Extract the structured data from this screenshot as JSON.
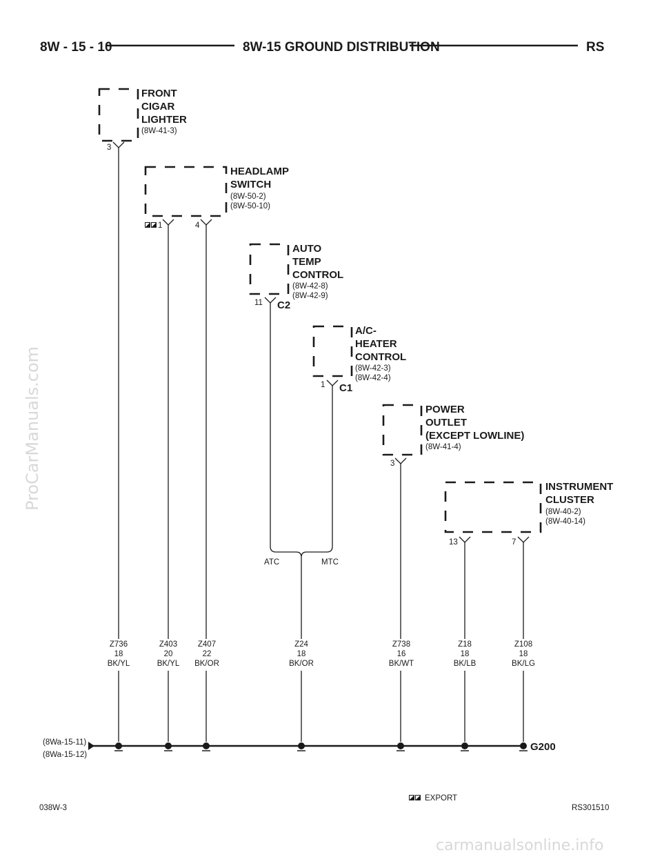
{
  "header": {
    "page_number": "8W - 15 - 10",
    "title": "8W-15 GROUND DISTRIBUTION",
    "model": "RS"
  },
  "components": [
    {
      "name_lines": [
        "FRONT",
        "CIGAR",
        "LIGHTER"
      ],
      "refs": [
        "(8W-41-3)"
      ],
      "pins": [
        "3"
      ],
      "connector": ""
    },
    {
      "name_lines": [
        "HEADLAMP",
        "SWITCH"
      ],
      "refs": [
        "(8W-50-2)",
        "(8W-50-10)"
      ],
      "pins": [
        "1",
        "4"
      ],
      "connector": ""
    },
    {
      "name_lines": [
        "AUTO",
        "TEMP",
        "CONTROL"
      ],
      "refs": [
        "(8W-42-8)",
        "(8W-42-9)"
      ],
      "pins": [
        "11"
      ],
      "connector": "C2"
    },
    {
      "name_lines": [
        "A/C-",
        "HEATER",
        "CONTROL"
      ],
      "refs": [
        "(8W-42-3)",
        "(8W-42-4)"
      ],
      "pins": [
        "1"
      ],
      "connector": "C1"
    },
    {
      "name_lines": [
        "POWER",
        "OUTLET",
        "(EXCEPT LOWLINE)"
      ],
      "refs": [
        "(8W-41-4)"
      ],
      "pins": [
        "3"
      ],
      "connector": ""
    },
    {
      "name_lines": [
        "INSTRUMENT",
        "CLUSTER"
      ],
      "refs": [
        "(8W-40-2)",
        "(8W-40-14)"
      ],
      "pins": [
        "13",
        "7"
      ],
      "connector": ""
    }
  ],
  "splice": {
    "left_label": "ATC",
    "right_label": "MTC"
  },
  "wires": [
    {
      "circuit": "Z736",
      "gauge": "18",
      "color": "BK/YL"
    },
    {
      "circuit": "Z403",
      "gauge": "20",
      "color": "BK/YL"
    },
    {
      "circuit": "Z407",
      "gauge": "22",
      "color": "BK/OR"
    },
    {
      "circuit": "Z24",
      "gauge": "18",
      "color": "BK/OR"
    },
    {
      "circuit": "Z738",
      "gauge": "16",
      "color": "BK/WT"
    },
    {
      "circuit": "Z18",
      "gauge": "18",
      "color": "BK/LB"
    },
    {
      "circuit": "Z108",
      "gauge": "18",
      "color": "BK/LG"
    }
  ],
  "ground": {
    "name": "G200",
    "refs": [
      "(8Wa-15-11)",
      "(8Wa-15-12)"
    ]
  },
  "legend": {
    "symbol": "export-marker",
    "label": "EXPORT"
  },
  "footer": {
    "left": "038W-3",
    "right": "RS301510"
  },
  "watermarks": {
    "side": "ProCarManuals.com",
    "bottom": "carmanualsonline.info"
  }
}
